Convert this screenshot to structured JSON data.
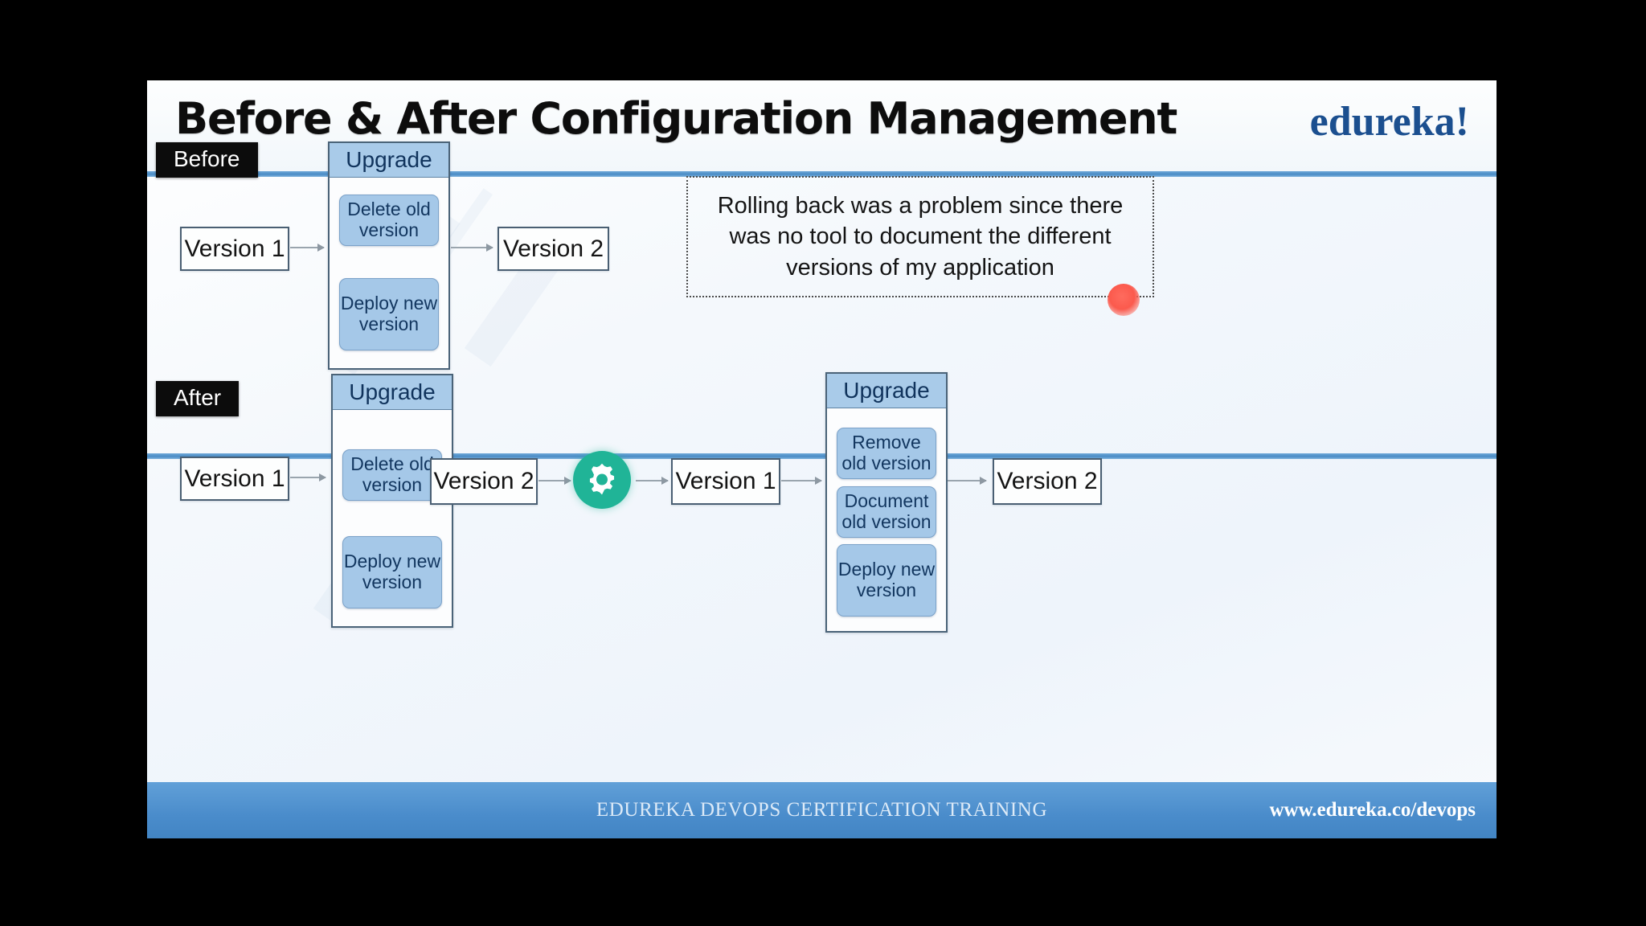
{
  "slide": {
    "title": "Before & After Configuration Management",
    "brand": "edureka!",
    "accent_blue": "#4a8ccb",
    "divider_blue": "#4a8cc6",
    "gear_teal": "#20b497",
    "cursor_color": "#fb5a4d"
  },
  "before": {
    "badge": "Before",
    "version_in": "Version 1",
    "upgrade": {
      "title": "Upgrade",
      "steps": [
        "Delete old version",
        "Deploy new version"
      ]
    },
    "version_out": "Version 2",
    "callout": "Rolling back was a problem since there was no tool to document the different versions of my application"
  },
  "after": {
    "badge": "After",
    "version_in": "Version 1",
    "upgrade_1": {
      "title": "Upgrade",
      "steps": [
        "Delete old version",
        "Deploy new version"
      ]
    },
    "version_mid_1": "Version 2",
    "gear_icon": "gear-icon",
    "version_mid_2": "Version 1",
    "upgrade_2": {
      "title": "Upgrade",
      "steps": [
        "Remove old version",
        "Document old version",
        "Deploy new version"
      ]
    },
    "version_out": "Version 2"
  },
  "footer": {
    "center": "EDUREKA DEVOPS CERTIFICATION TRAINING",
    "url": "www.edureka.co/devops"
  }
}
